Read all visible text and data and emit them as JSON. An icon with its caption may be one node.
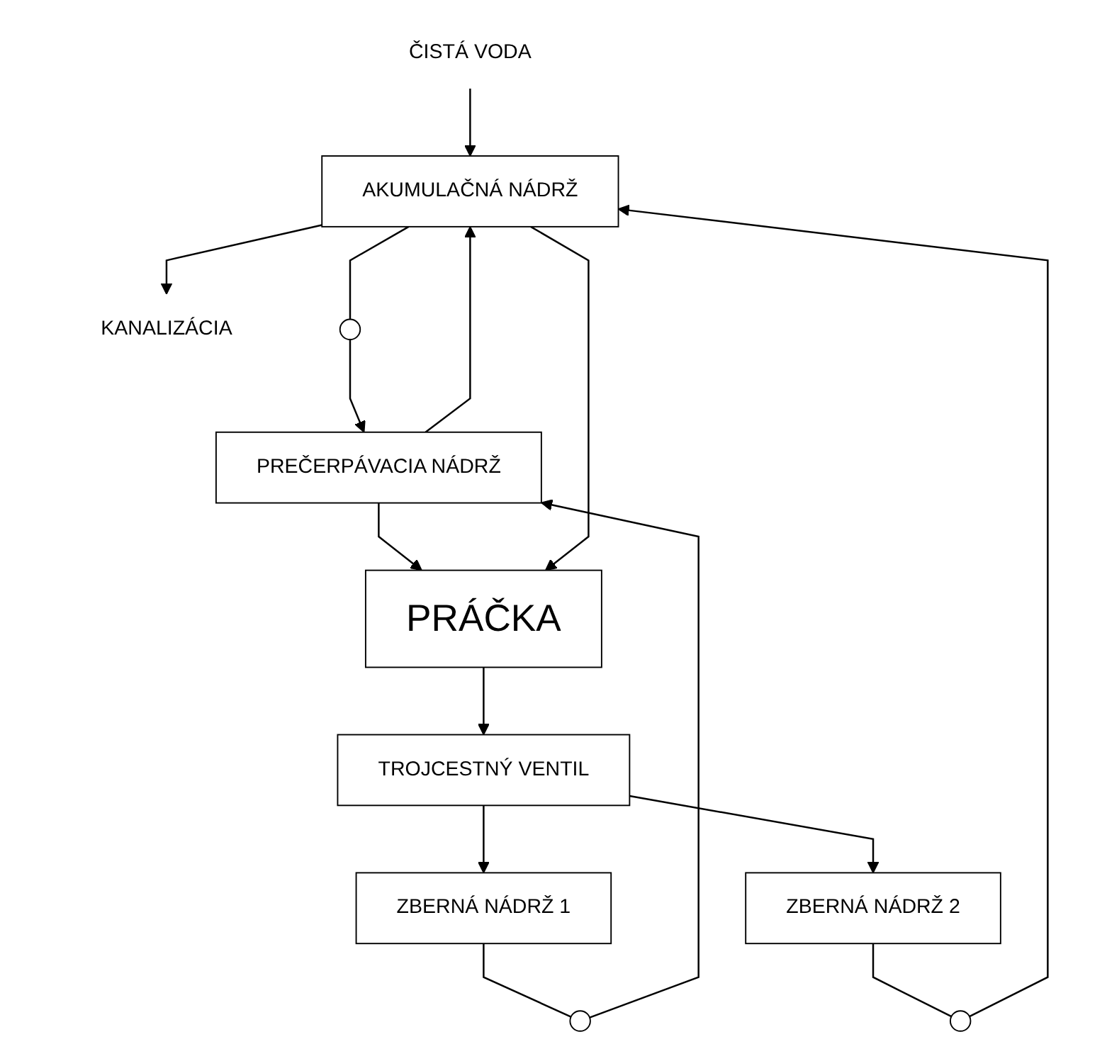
{
  "diagram": {
    "nodes": [
      {
        "text": [
          "ČISTÁ VODA"
        ]
      },
      {
        "text": [
          "PREČERPÁVACIA NÁDRŽ"
        ]
      },
      {
        "text": [
          "AKUMULAČNÁ NÁDRŽ"
        ]
      },
      {
        "text": [
          "KANALIZÁCIA"
        ]
      },
      {
        "text": [],
        "shape": "circle"
      },
      {
        "text": [
          "PRÁČKA"
        ]
      },
      {
        "text": [],
        "shape": "circle"
      },
      {
        "text": [],
        "shape": "circle"
      },
      {
        "text": [
          "ZBERNÁ NÁDRŽ 1"
        ]
      },
      {
        "text": [
          "TROJCESTNÝ VENTIL"
        ]
      },
      {
        "text": [
          "ZBERNÁ NÁDRŽ 2"
        ]
      }
    ],
    "edges": [
      {
        "from": 0,
        "to": 2,
        "arrow": "to"
      },
      {
        "from": 1,
        "to": 2,
        "arrow": "to"
      },
      {
        "from": 2,
        "to": 3,
        "arrow": "to"
      },
      {
        "from": 2,
        "to": 4,
        "arrow": "none"
      },
      {
        "from": 4,
        "to": 1,
        "arrow": "to"
      },
      {
        "from": 1,
        "to": 5,
        "arrow": "to"
      },
      {
        "from": 2,
        "to": 5,
        "arrow": "to"
      },
      {
        "from": 5,
        "to": 9,
        "arrow": "to"
      },
      {
        "from": 9,
        "to": 8,
        "arrow": "to"
      },
      {
        "from": 9,
        "to": 10,
        "arrow": "to"
      },
      {
        "from": 8,
        "to": 6,
        "arrow": "none"
      },
      {
        "from": 6,
        "to": 1,
        "arrow": "to"
      },
      {
        "from": 10,
        "to": 7,
        "arrow": "none"
      },
      {
        "from": 7,
        "to": 2,
        "arrow": "to"
      }
    ]
  }
}
